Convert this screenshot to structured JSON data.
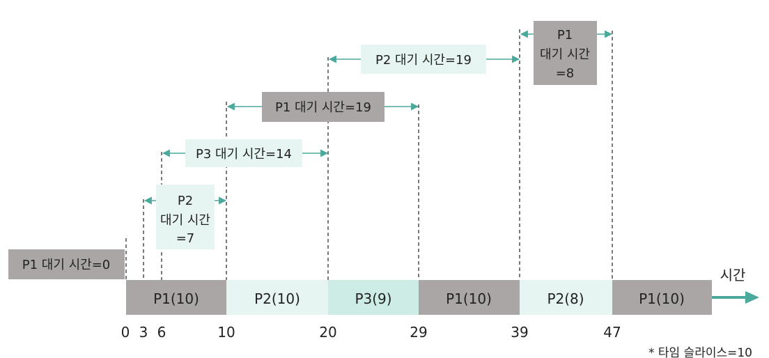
{
  "timeline": {
    "segments": [
      {
        "label": "P1(10)",
        "start": 0,
        "end": 10,
        "color": "#aaa6a6"
      },
      {
        "label": "P2(10)",
        "start": 10,
        "end": 20,
        "color": "#e6f5f1"
      },
      {
        "label": "P3(9)",
        "start": 20,
        "end": 29,
        "color": "#cdece5"
      },
      {
        "label": "P1(10)",
        "start": 29,
        "end": 39,
        "color": "#aaa6a6"
      },
      {
        "label": "P2(8)",
        "start": 39,
        "end": 47,
        "color": "#e6f5f1"
      },
      {
        "label": "P1(10)",
        "start": 47,
        "end": 57,
        "color": "#aaa6a6"
      }
    ],
    "ticks": [
      "0",
      "3",
      "6",
      "10",
      "20",
      "29",
      "39",
      "47"
    ],
    "axis_label": "시간",
    "footnote": "* 타임 슬라이스=10"
  },
  "wait_labels": {
    "p1_zero": "P1 대기 시간=0",
    "p2_first": [
      "P2",
      "대기 시간",
      "=7"
    ],
    "p3": "P3 대기 시간=14",
    "p1_second": "P1 대기 시간=19",
    "p2_second": "P2 대기 시간=19",
    "p1_third": [
      "P1",
      "대기 시간",
      "=8"
    ]
  },
  "colors": {
    "gray_box": "#aaa6a6",
    "teal_box": "#e6f5f1",
    "teal_box_dark": "#cdece5",
    "arrow": "#4aa99a",
    "dash": "#333333"
  }
}
